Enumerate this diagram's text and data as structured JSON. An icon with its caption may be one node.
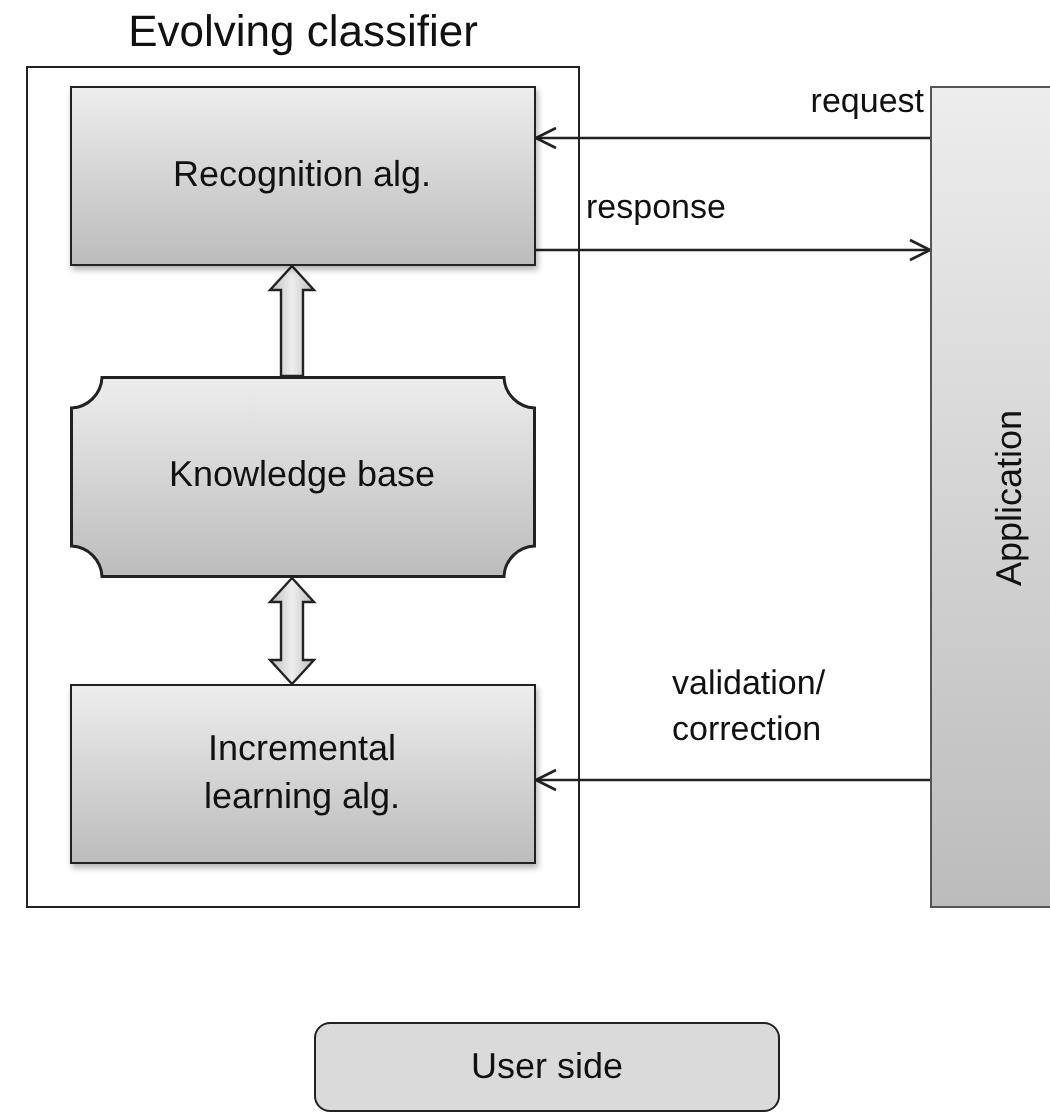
{
  "diagram": {
    "nodes": [
      {
        "text": [
          "Evolving classifier"
        ]
      },
      {
        "text": [
          "Recognition alg."
        ],
        "in": 0
      },
      {
        "text": [
          "Knowledge base"
        ],
        "in": 0
      },
      {
        "text": [
          "Incremental learning alg."
        ],
        "in": 0
      },
      {
        "text": [
          "Application"
        ]
      },
      {
        "text": [
          "User side"
        ]
      }
    ],
    "edges": [
      {
        "from": 4,
        "to": 1,
        "arrow": "to",
        "label": "request"
      },
      {
        "from": 1,
        "to": 4,
        "arrow": "to",
        "label": "response"
      },
      {
        "from": 4,
        "to": 3,
        "arrow": "to",
        "label": "validation/ correction"
      },
      {
        "from": 2,
        "to": 1,
        "arrow": "to",
        "style": "thick"
      },
      {
        "from": 2,
        "to": 3,
        "arrow": "both",
        "style": "thick"
      }
    ]
  }
}
